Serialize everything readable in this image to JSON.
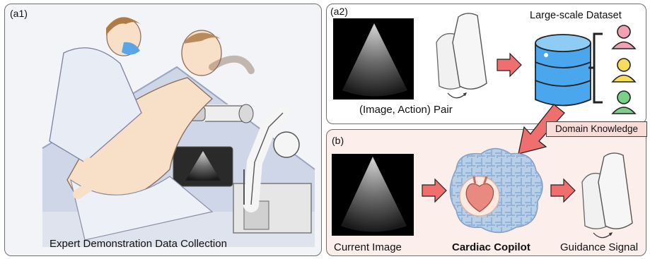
{
  "panels": {
    "a1": {
      "tag": "(a1)",
      "caption": "Expert Demonstration Data Collection"
    },
    "a2": {
      "tag": "(a2)",
      "title": "Large-scale Dataset",
      "pair_caption": "(Image, Action) Pair"
    },
    "b": {
      "tag": "(b)",
      "current_image": "Current Image",
      "model": "Cardiac Copilot",
      "output": "Guidance Signal"
    }
  },
  "domain_knowledge": "Domain Knowledge",
  "colors": {
    "panel_a1_bg": "#f3f4f8",
    "panel_b_bg": "#fcefeb",
    "arrow": "#ef6f6f",
    "database": "#4aa7ee",
    "person_pink": "#f2a1b4",
    "person_yellow": "#f7dd5c",
    "person_green": "#7bd089",
    "brain": "#b9cfe8"
  },
  "icons": [
    "ultrasound-image",
    "probe-icon",
    "database-icon",
    "person-icon",
    "brain-icon",
    "heart-icon",
    "arrow-icon"
  ]
}
